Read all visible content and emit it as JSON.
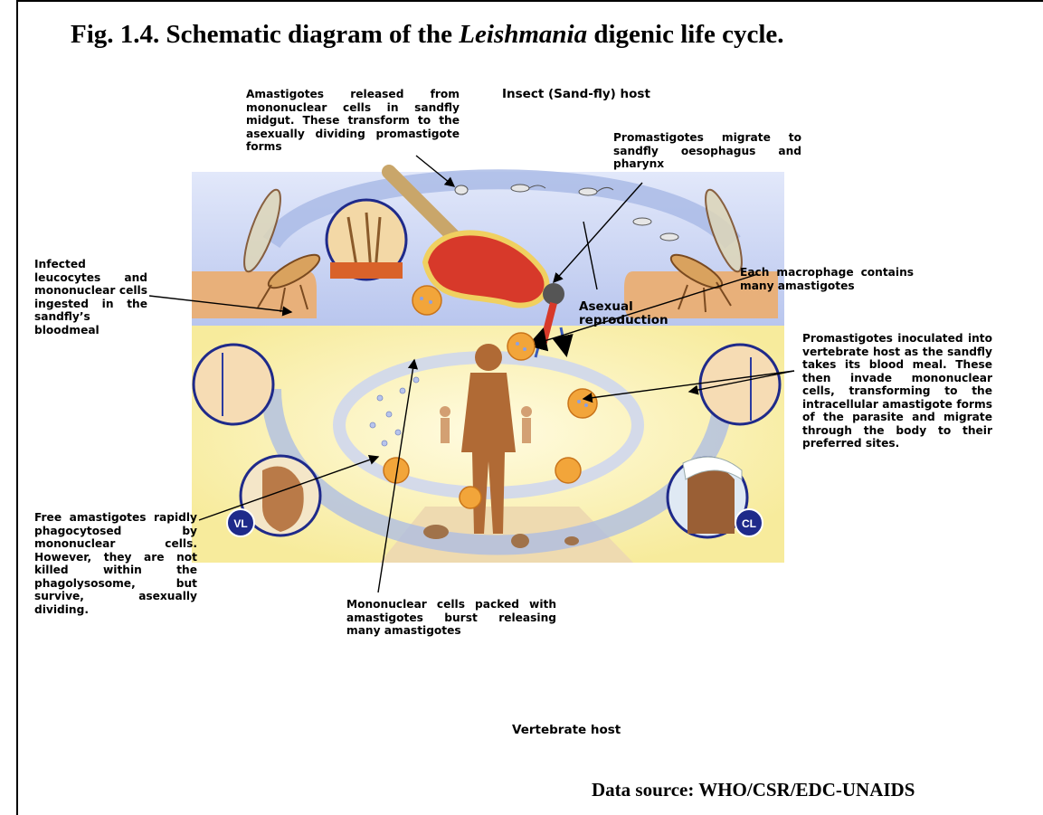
{
  "title": {
    "prefix": "Fig. 1.4.  Schematic diagram of the ",
    "italic": "Leishmania",
    "suffix": " digenic life cycle."
  },
  "headers": {
    "insect_host": "Insect (Sand-fly) host",
    "vertebrate_host": "Vertebrate host"
  },
  "annotations": {
    "amastigotes_released": "Amastigotes released from mononuclear cells in sandfly midgut. These transform to the asexually dividing promastigote forms",
    "promastigotes_migrate": "Promastigotes migrate to sandfly oesophagus and pharynx",
    "infected_leucocytes": "Infected leucocytes and mononuclear cells ingested in the sandfly’s bloodmeal",
    "each_macrophage": "Each macrophage contains many amastigotes",
    "asexual_reproduction": "Asexual reproduction",
    "promastigotes_inoculated": "Promastigotes inoculated into vertebrate host as the sandfly takes its blood meal. These then invade mononuclear cells, transforming to the intracellular amastigote forms of the parasite and migrate through the body to their preferred sites.",
    "free_amastigotes": "Free amastigotes rapidly phagocytosed by mononuclear cells. However, they are not killed within the phagolysosome, but survive, asexually dividing.",
    "mononuclear_burst": "Mononuclear cells packed with amastigotes burst releasing many amastigotes"
  },
  "badges": {
    "vl": "VL",
    "cl": "CL"
  },
  "source": "Data source: WHO/CSR/EDC-UNAIDS",
  "colors": {
    "upper_panel": "#c7d1f2",
    "lower_panel": "#fbf3b4",
    "cycle_arrows": "#aabbe6",
    "skin": "#e8b07a",
    "body": "#b06a35",
    "macrophage": "#f2a53a",
    "badge": "#1f2a8a"
  }
}
